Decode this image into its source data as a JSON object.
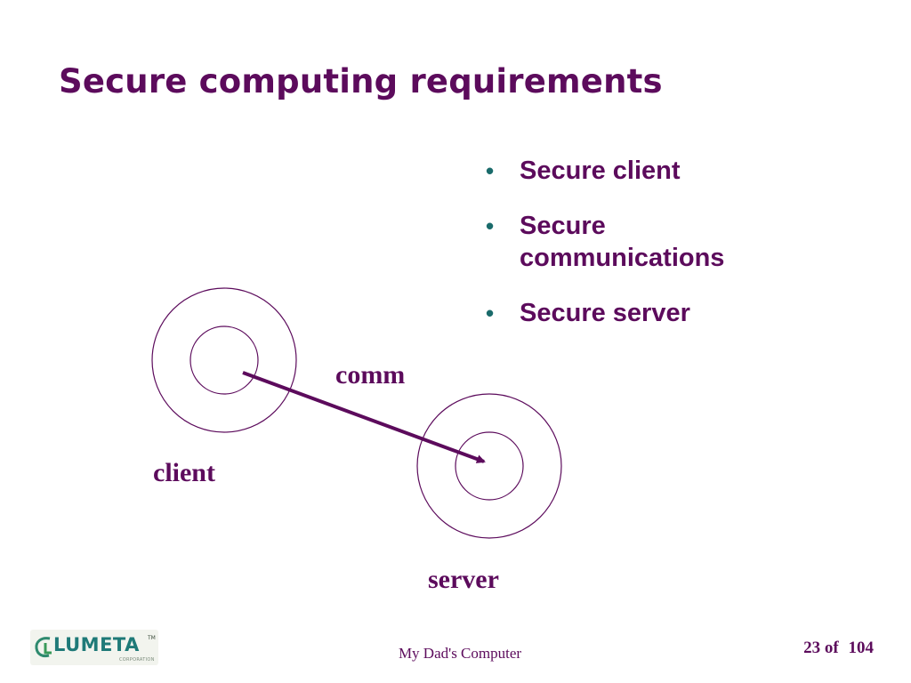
{
  "slide": {
    "title": "Secure computing requirements",
    "bullets": [
      {
        "bullet": "•",
        "text": "Secure client"
      },
      {
        "bullet": "•",
        "text": "Secure communications"
      },
      {
        "bullet": "•",
        "text": "Secure server"
      }
    ],
    "diagram": {
      "client_label": "client",
      "comm_label": "comm",
      "server_label": "server"
    },
    "footer": {
      "center_text": "My Dad's Computer",
      "page_current": "23",
      "page_of": "of",
      "page_total": "104"
    },
    "logo": {
      "wordmark": "LUMETA",
      "tm": "TM",
      "subtitle": "CORPORATION"
    }
  },
  "colors": {
    "primary_purple": "#5c0b5c",
    "bullet_teal": "#1a6b6b",
    "logo_teal": "#1f7a78"
  }
}
